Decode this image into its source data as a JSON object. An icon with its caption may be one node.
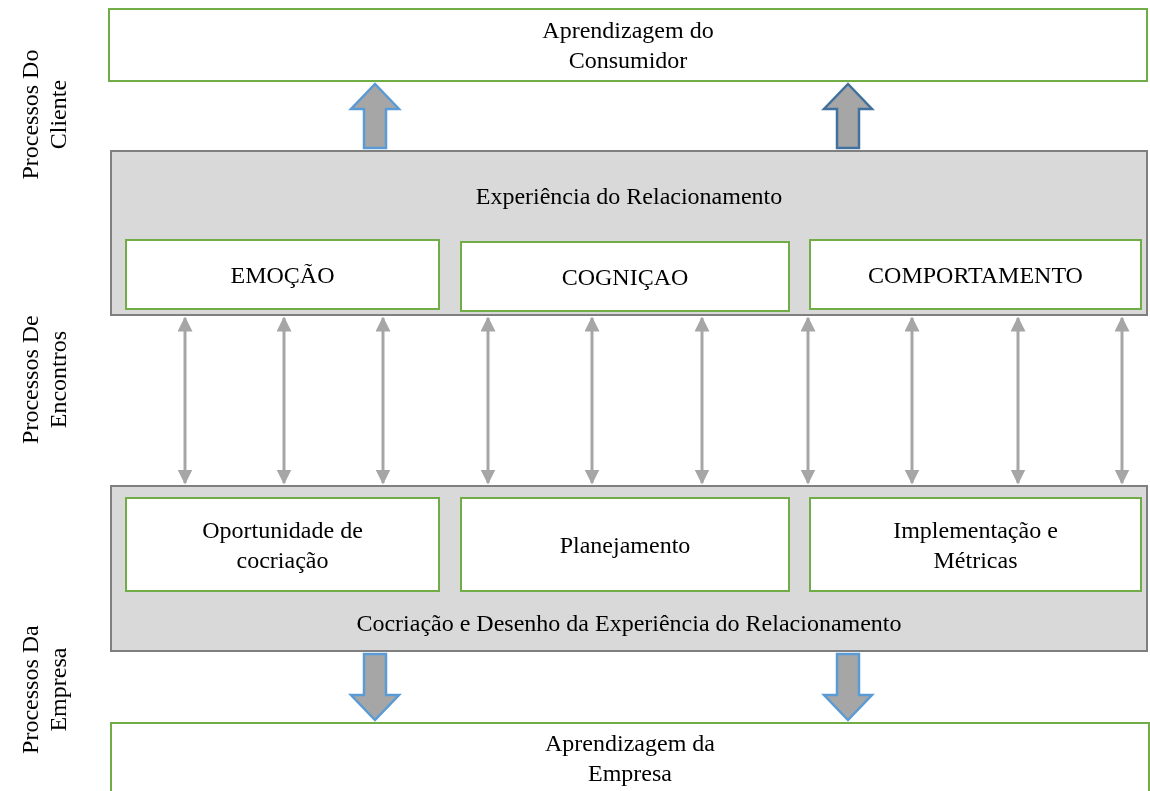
{
  "diagram": {
    "nodes": [
      {
        "text": [
          "Aprendizagem do Consumidor"
        ]
      },
      {
        "text": [
          "Experiência do Relacionamento"
        ]
      },
      {
        "text": [
          "EMOÇÃO"
        ],
        "in": 1
      },
      {
        "text": [
          "COGNIÇAO"
        ],
        "in": 1
      },
      {
        "text": [
          "COMPORTAMENTO"
        ],
        "in": 1
      },
      {
        "text": [
          "Cocriação e Desenho da Experiência do Relacionamento"
        ]
      },
      {
        "text": [
          "Oportunidade de cocriação"
        ],
        "in": 5
      },
      {
        "text": [
          "Planejamento"
        ],
        "in": 5
      },
      {
        "text": [
          "Implementação e Métricas"
        ],
        "in": 5
      },
      {
        "text": [
          "Aprendizagem da Empresa"
        ]
      }
    ],
    "edges": [
      {
        "from": 1,
        "to": 0,
        "arrow": "to",
        "style": "thick",
        "color": "#5b9bd5"
      },
      {
        "from": 1,
        "to": 0,
        "arrow": "to",
        "style": "thick",
        "color": "#41719c"
      },
      {
        "from": 1,
        "to": 5,
        "arrow": "both"
      },
      {
        "from": 1,
        "to": 5,
        "arrow": "both"
      },
      {
        "from": 1,
        "to": 5,
        "arrow": "both"
      },
      {
        "from": 1,
        "to": 5,
        "arrow": "both"
      },
      {
        "from": 1,
        "to": 5,
        "arrow": "both"
      },
      {
        "from": 1,
        "to": 5,
        "arrow": "both"
      },
      {
        "from": 1,
        "to": 5,
        "arrow": "both"
      },
      {
        "from": 1,
        "to": 5,
        "arrow": "both"
      },
      {
        "from": 1,
        "to": 5,
        "arrow": "both"
      },
      {
        "from": 1,
        "to": 5,
        "arrow": "both"
      },
      {
        "from": 5,
        "to": 9,
        "arrow": "to",
        "style": "thick",
        "color": "#5b9bd5"
      },
      {
        "from": 5,
        "to": 9,
        "arrow": "to",
        "style": "thick",
        "color": "#5b9bd5"
      }
    ],
    "labels": [
      "Processos Do Cliente",
      "Processos De Encontros",
      "Processos Da Empresa"
    ]
  }
}
